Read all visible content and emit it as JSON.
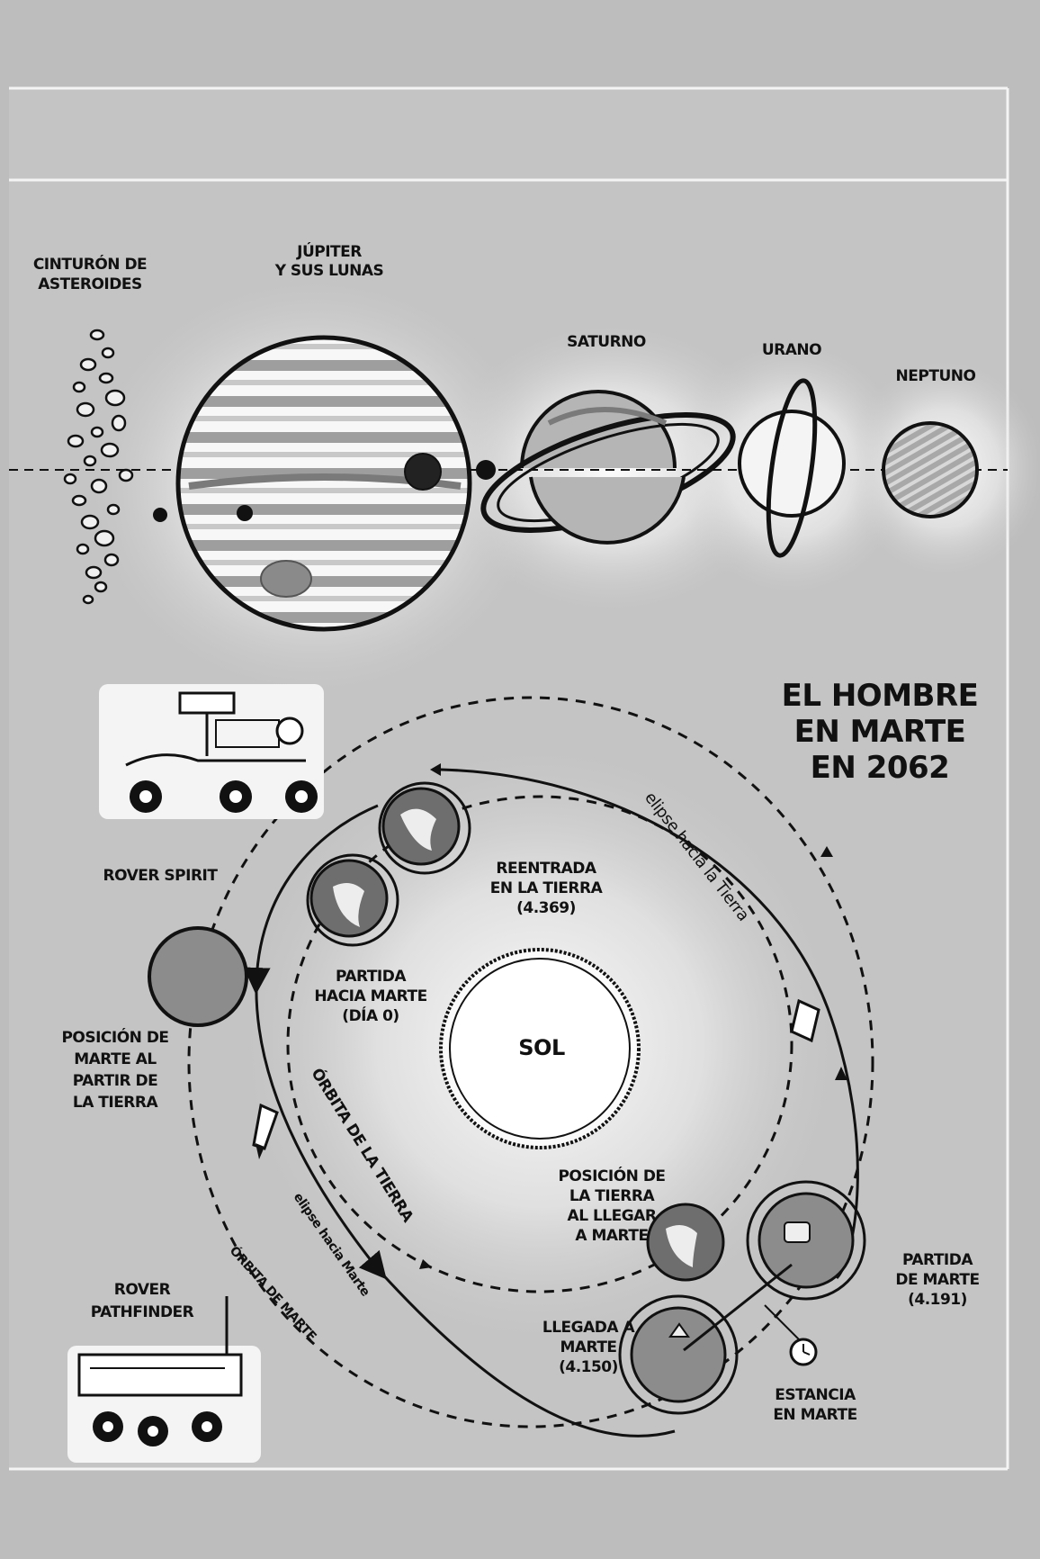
{
  "colors": {
    "background": "#bdbdbd",
    "panel": "#c6c6c6",
    "ink": "#111111",
    "frame": "#f4f4f4"
  },
  "top": {
    "asteroids_label": [
      "CINTURÓN DE",
      "ASTEROIDES"
    ],
    "jupiter_label": [
      "JÚPITER",
      "Y SUS LUNAS"
    ],
    "saturn_label": "SATURNO",
    "uranus_label": "URANO",
    "neptune_label": "NEPTUNO"
  },
  "title": [
    "EL HOMBRE",
    "EN MARTE",
    "EN 2062"
  ],
  "diagram": {
    "sun_label": "SOL",
    "rover_spirit": "ROVER SPIRIT",
    "rover_pathfinder": [
      "ROVER",
      "PATHFINDER"
    ],
    "reentry": [
      "REENTRADA",
      "EN LA TIERRA",
      "(4.369)"
    ],
    "departure_to_mars": [
      "PARTIDA",
      "HACIA MARTE",
      "(DÍA 0)"
    ],
    "mars_position": [
      "POSICIÓN DE",
      "MARTE AL",
      "PARTIR DE",
      "LA TIERRA"
    ],
    "earth_position": [
      "POSICIÓN DE",
      "LA TIERRA",
      "AL LLEGAR",
      "A MARTE"
    ],
    "mars_departure": [
      "PARTIDA",
      "DE MARTE",
      "(4.191)"
    ],
    "mars_arrival": [
      "LLEGADA A",
      "MARTE",
      "(4.150)"
    ],
    "mars_stay": [
      "ESTANCIA",
      "EN MARTE"
    ],
    "earth_orbit": "ÓRBITA DE LA TIERRA",
    "mars_orbit": "ÓRBITA DE MARTE",
    "ellipse_to_mars": "elipse hacia Marte",
    "ellipse_to_earth": "elipse hacia la Tierra"
  }
}
